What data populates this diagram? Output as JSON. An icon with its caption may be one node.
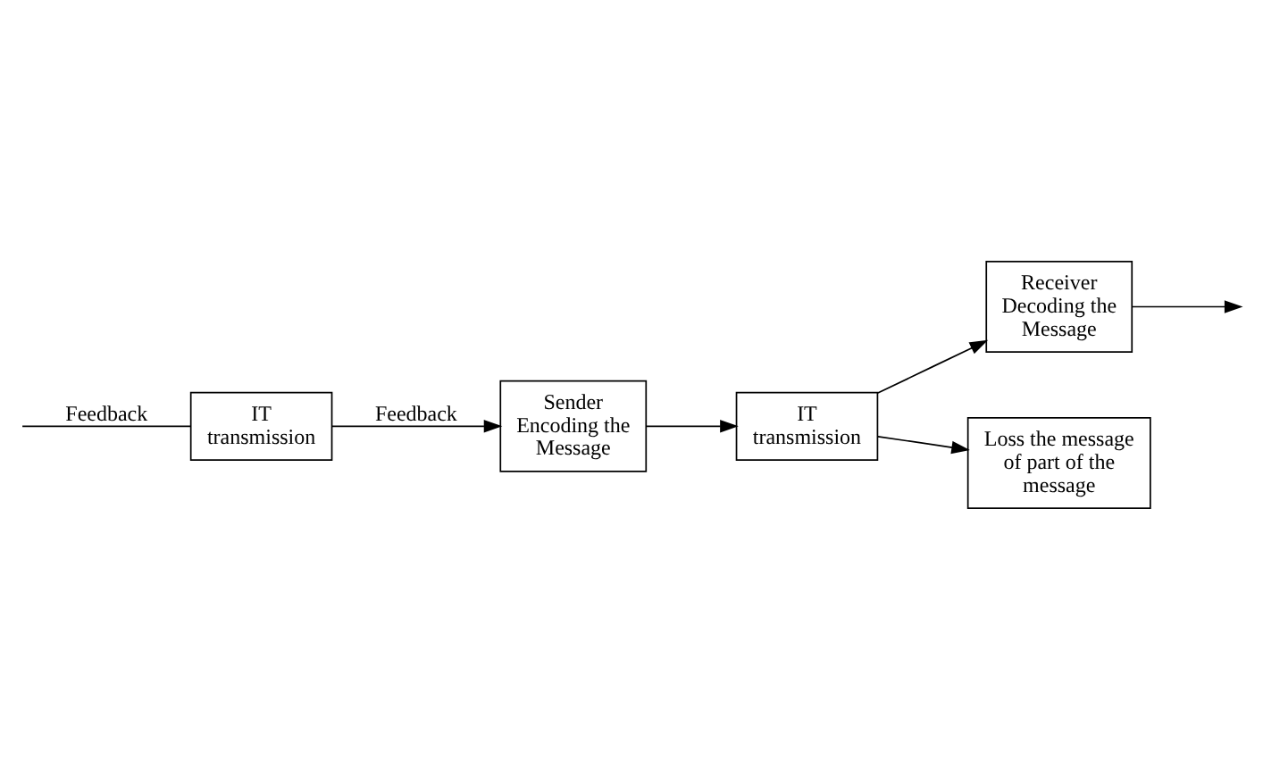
{
  "diagram": {
    "nodes": [
      {
        "text": [
          "Sender Encoding the Message"
        ]
      },
      {
        "text": [
          "IT transmission"
        ]
      },
      {
        "text": [
          "Receiver Decoding the Message"
        ]
      },
      {
        "text": [
          "Loss the message of part of the message"
        ]
      },
      {
        "text": [
          "IT transmission"
        ]
      }
    ],
    "edges": [
      {
        "from": 0,
        "to": 1,
        "arrow": "to"
      },
      {
        "from": 1,
        "to": 2,
        "arrow": "to"
      },
      {
        "from": 2,
        "to": null,
        "arrow": "to"
      },
      {
        "from": 1,
        "to": 3,
        "arrow": "to"
      },
      {
        "from": null,
        "to": 4,
        "arrow": "none",
        "label": "Feedback"
      },
      {
        "from": 4,
        "to": 0,
        "arrow": "to",
        "label": "Feedback"
      }
    ]
  }
}
